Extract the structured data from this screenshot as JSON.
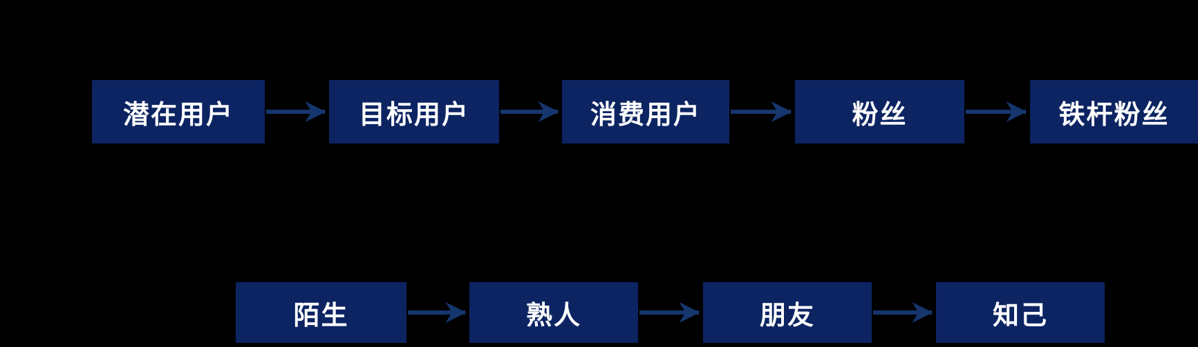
{
  "diagram": {
    "top_row": {
      "nodes": [
        "潜在用户",
        "目标用户",
        "消费用户",
        "粉丝",
        "铁杆粉丝"
      ]
    },
    "bottom_row": {
      "nodes": [
        "陌生",
        "熟人",
        "朋友",
        "知己"
      ]
    }
  },
  "colors": {
    "background": "#000000",
    "node_fill": "#0c2462",
    "node_text": "#ffffff",
    "arrow": "#16366e"
  }
}
